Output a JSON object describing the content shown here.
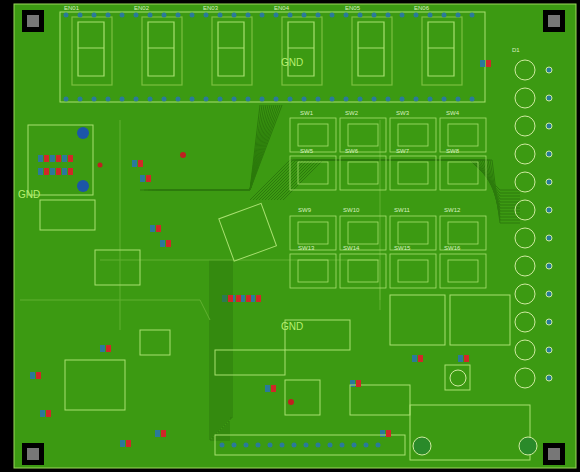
{
  "diagram": {
    "labels": [
      "EN01",
      "EN02",
      "EN03",
      "EN04",
      "EN05",
      "EN06",
      "GND",
      "GND",
      "GND",
      "SW1",
      "SW2",
      "SW3",
      "SW4",
      "SW5",
      "SW6",
      "SW7",
      "SW8",
      "SW9",
      "SW10",
      "SW11",
      "SW12",
      "SW13",
      "SW14",
      "SW15",
      "SW16",
      "D1"
    ]
  }
}
